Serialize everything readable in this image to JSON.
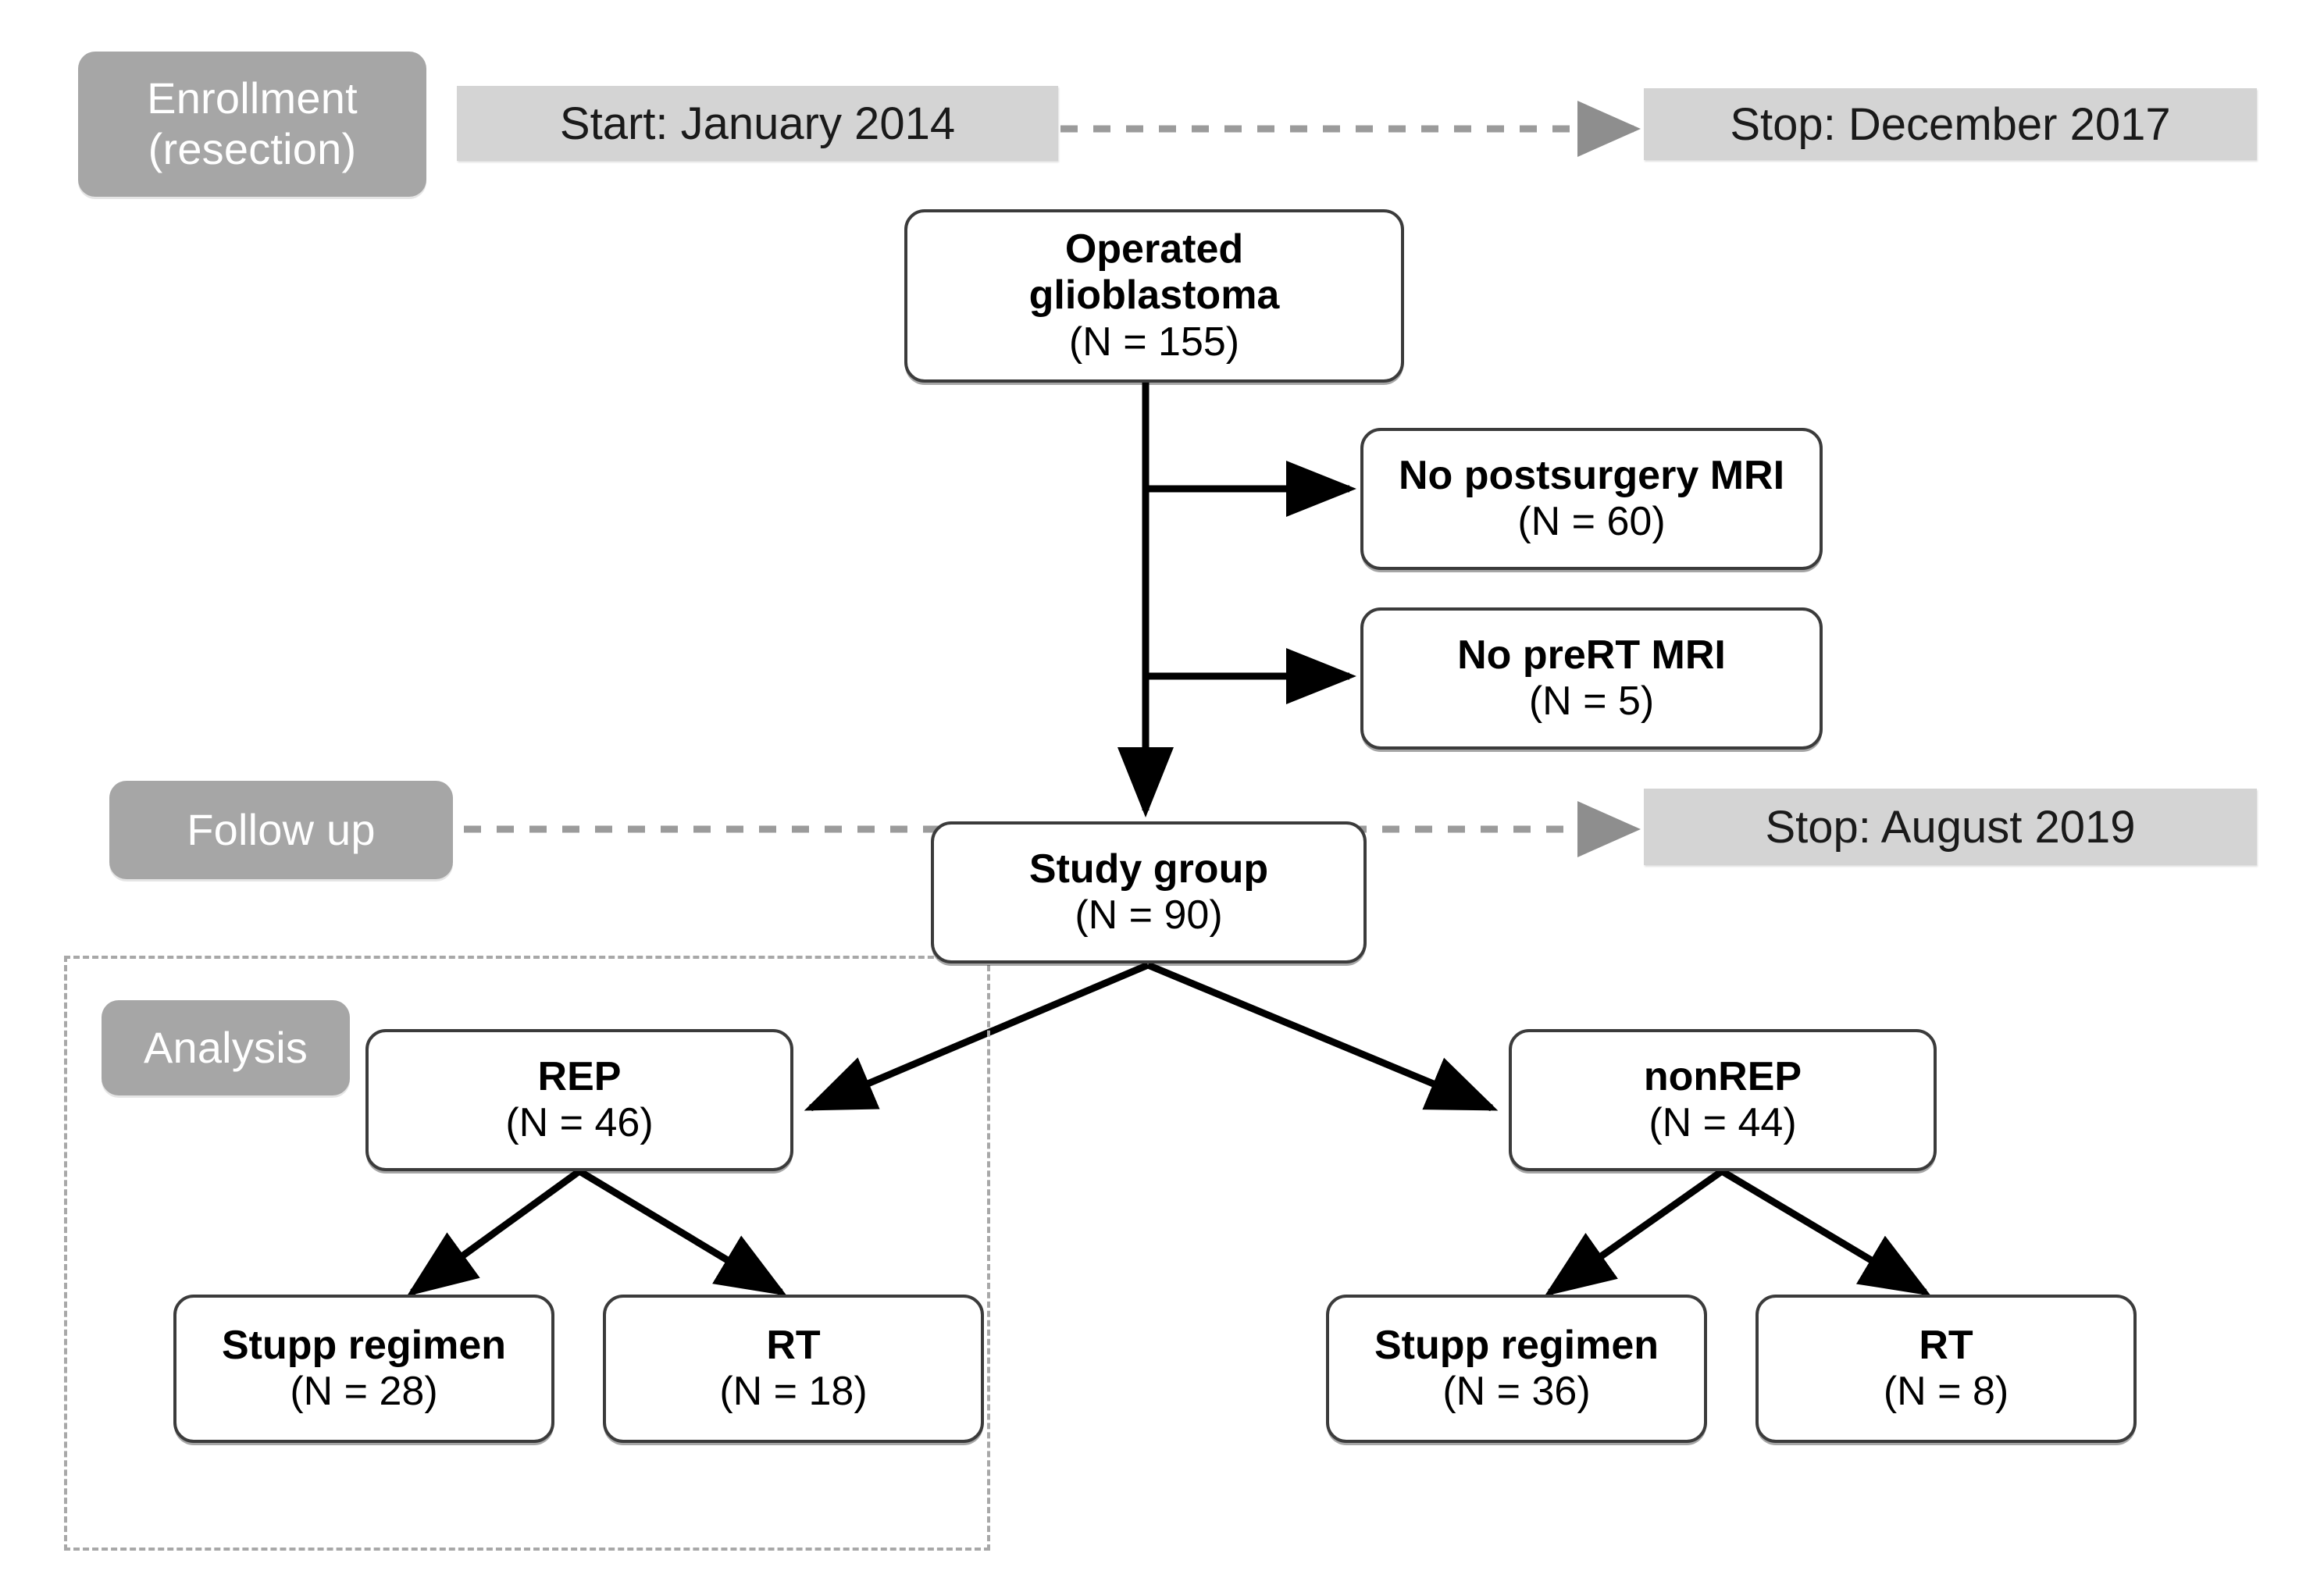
{
  "figure": {
    "type": "flowchart",
    "description": "CONSORT-style patient selection flow diagram for an operated glioblastoma cohort"
  },
  "phases": {
    "enrollment": {
      "label": "Enrollment\n(resection)",
      "start_banner": "Start: January 2014",
      "stop_banner": "Stop: December  2017"
    },
    "followup": {
      "label": "Follow up",
      "stop_banner": "Stop: August 2019"
    },
    "analysis": {
      "label": "Analysis"
    }
  },
  "nodes": {
    "operated": {
      "title": "Operated\nglioblastoma",
      "count": "(N = 155)"
    },
    "no_postsurgery_mri": {
      "title": "No postsurgery MRI",
      "count": "(N = 60)"
    },
    "no_prert_mri": {
      "title": "No preRT MRI",
      "count": "(N = 5)"
    },
    "study_group": {
      "title": "Study group",
      "count": "(N = 90)"
    },
    "rep": {
      "title": "REP",
      "count": "(N = 46)"
    },
    "nonrep": {
      "title": "nonREP",
      "count": "(N = 44)"
    },
    "rep_stupp": {
      "title": "Stupp regimen",
      "count": "(N = 28)"
    },
    "rep_rt": {
      "title": "RT",
      "count": "(N = 18)"
    },
    "nonrep_stupp": {
      "title": "Stupp regimen",
      "count": "(N = 36)"
    },
    "nonrep_rt": {
      "title": "RT",
      "count": "(N = 8)"
    }
  },
  "colors": {
    "phase_pill_bg": "#a6a6a6",
    "phase_pill_text": "#ffffff",
    "date_banner_bg": "#d4d4d4",
    "date_banner_text": "#1a1a1a",
    "node_border": "#3b3b3b",
    "node_bg": "#ffffff",
    "connector": "#000000",
    "timeline_dash": "#9b9b9b",
    "analysis_dash": "#a8a8a8"
  },
  "chart_data": {
    "type": "flowchart",
    "title": "Operated glioblastoma patient selection flow",
    "timeline": [
      {
        "phase": "Enrollment (resection)",
        "start": "January 2014",
        "stop": "December 2017"
      },
      {
        "phase": "Follow up",
        "stop": "August 2019"
      }
    ],
    "flow": [
      {
        "id": "operated",
        "label": "Operated glioblastoma",
        "n": 155,
        "level": 0,
        "parent": null
      },
      {
        "id": "no_postsurgery_mri",
        "label": "No postsurgery MRI",
        "n": 60,
        "level": 1,
        "parent": "operated",
        "kind": "exclusion"
      },
      {
        "id": "no_prert_mri",
        "label": "No preRT MRI",
        "n": 5,
        "level": 1,
        "parent": "operated",
        "kind": "exclusion"
      },
      {
        "id": "study_group",
        "label": "Study group",
        "n": 90,
        "level": 1,
        "parent": "operated",
        "kind": "included"
      },
      {
        "id": "rep",
        "label": "REP",
        "n": 46,
        "level": 2,
        "parent": "study_group"
      },
      {
        "id": "nonrep",
        "label": "nonREP",
        "n": 44,
        "level": 2,
        "parent": "study_group"
      },
      {
        "id": "rep_stupp",
        "label": "Stupp regimen",
        "n": 28,
        "level": 3,
        "parent": "rep"
      },
      {
        "id": "rep_rt",
        "label": "RT",
        "n": 18,
        "level": 3,
        "parent": "rep"
      },
      {
        "id": "nonrep_stupp",
        "label": "Stupp regimen",
        "n": 36,
        "level": 3,
        "parent": "nonrep"
      },
      {
        "id": "nonrep_rt",
        "label": "RT",
        "n": 8,
        "level": 3,
        "parent": "nonrep"
      }
    ]
  }
}
